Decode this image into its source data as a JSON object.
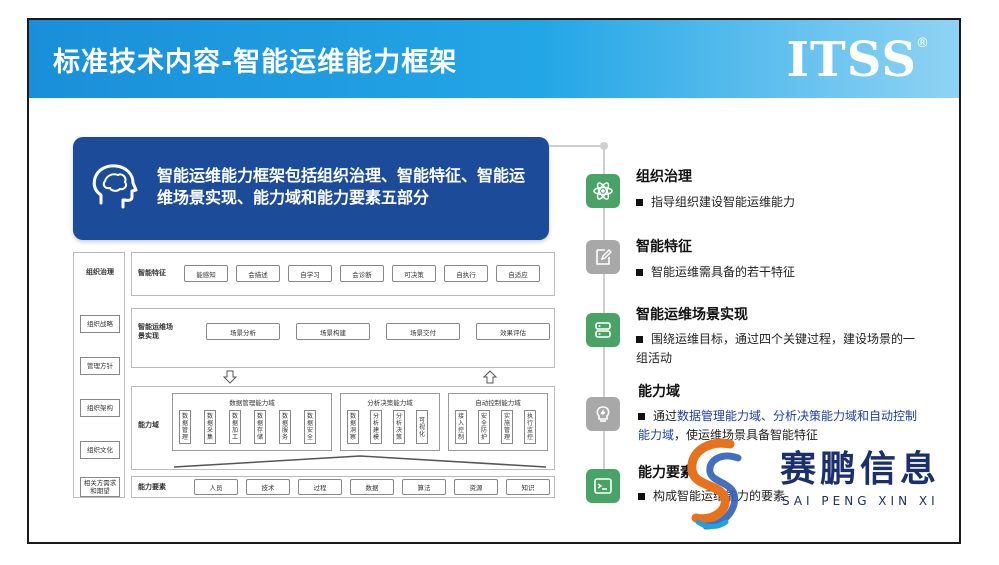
{
  "banner": {
    "title": "标准技术内容-智能运维能力框架",
    "brand": "ITSS",
    "reg": "®"
  },
  "hero": {
    "text": "智能运维能力框架包括组织治理、智能特征、智能运维场景实现、能力域和能力要素五部分"
  },
  "diagram": {
    "left_title": "组织治理",
    "left_items": [
      "组织战略",
      "管理方针",
      "组织架构",
      "组织文化",
      "相关方需求和期望"
    ],
    "rows": {
      "features": {
        "label": "智能特征",
        "items": [
          "能感知",
          "会描述",
          "自学习",
          "会诊断",
          "可决策",
          "自执行",
          "自适应"
        ]
      },
      "scene": {
        "label": "智能运维场景实现",
        "items": [
          "场景分析",
          "场景构建",
          "场景交付",
          "效果评估"
        ]
      },
      "domain": {
        "label": "能力域",
        "groups": [
          {
            "title": "数据管理能力域",
            "items": [
              "数据管理",
              "数据采集",
              "数据加工",
              "数据存储",
              "数据服务",
              "数据安全"
            ]
          },
          {
            "title": "分析决策能力域",
            "items": [
              "数据洞察",
              "分析建模",
              "分析决策",
              "可视化"
            ]
          },
          {
            "title": "自动控制能力域",
            "items": [
              "接入控制",
              "安全防护",
              "实施管理",
              "执行监控"
            ]
          }
        ]
      },
      "elements": {
        "label": "能力要素",
        "items": [
          "人员",
          "技术",
          "过程",
          "数据",
          "算法",
          "资源",
          "知识"
        ]
      }
    }
  },
  "items": [
    {
      "title": "组织治理",
      "desc": "指导组织建设智能运维能力",
      "icon": "atom-icon",
      "color": "#4aa366"
    },
    {
      "title": "智能特征",
      "desc": "智能运维需具备的若干特征",
      "icon": "edit-doc-icon",
      "color": "#a8a8a8"
    },
    {
      "title": "智能运维场景实现",
      "desc": "围绕运维目标，通过四个关键过程，建设场景的一组活动",
      "icon": "server-icon",
      "color": "#4aa366"
    },
    {
      "title": "能力域",
      "desc_pre": "通过",
      "desc_hl": "数据管理能力域、分析决策能力域和自动控制能力域",
      "desc_post": "，使运维场景具备智能特征",
      "icon": "bulb-icon",
      "color": "#a8a8a8"
    },
    {
      "title": "能力要素",
      "desc": "构成智能运维能力的要素",
      "icon": "terminal-icon",
      "color": "#4aa366"
    }
  ],
  "watermark": {
    "cn": "赛鹏信息",
    "en": "SAI PENG XIN XI"
  }
}
